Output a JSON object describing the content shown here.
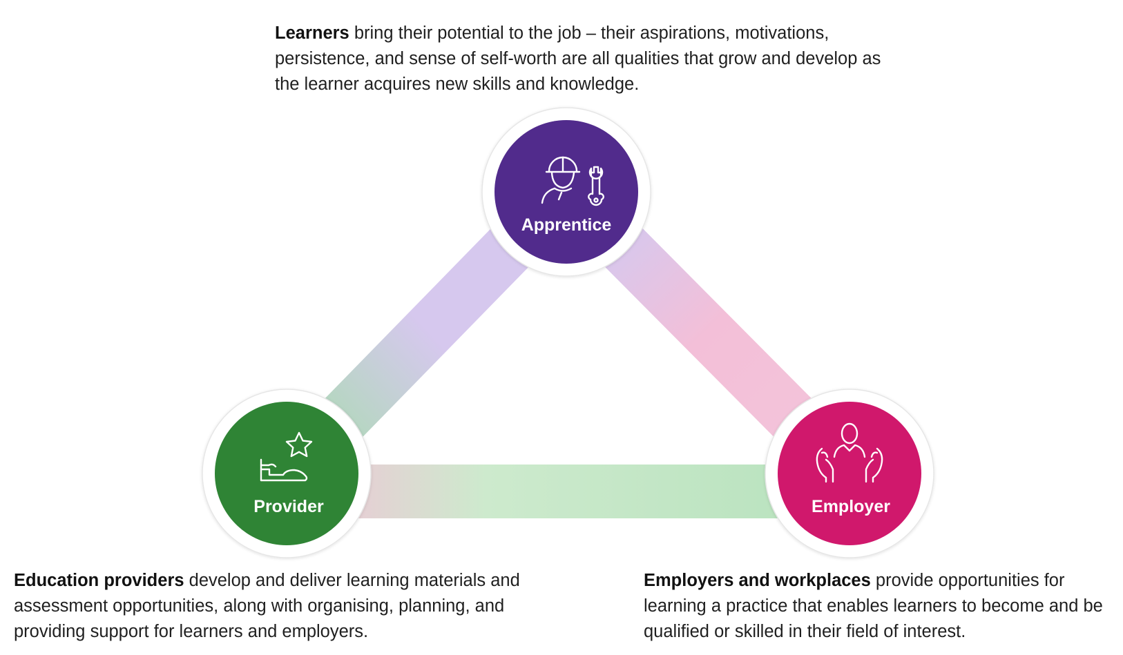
{
  "nodes": {
    "apprentice": {
      "label": "Apprentice",
      "color": "#512b8c",
      "icon": "apprentice-worker-wrench-icon"
    },
    "provider": {
      "label": "Provider",
      "color": "#2f8435",
      "icon": "hand-star-icon"
    },
    "employer": {
      "label": "Employer",
      "color": "#d0186c",
      "icon": "person-hands-icon"
    }
  },
  "descriptions": {
    "apprentice": {
      "bold": "Learners",
      "text": " bring their potential to the job – their aspirations, motivations, persistence, and sense of self-worth are all qualities that grow and develop as the learner acquires new skills and knowledge."
    },
    "provider": {
      "bold": "Education providers",
      "text": " develop and deliver learning materials and assessment opportunities, along with organising, planning, and providing support for learners and employers."
    },
    "employer": {
      "bold": "Employers and workplaces",
      "text": " provide opportunities for learning a practice that enables learners to become and be qualified or skilled in their field of interest."
    }
  },
  "edge_colors": {
    "green": "#a9dcb0",
    "purple": "#d6c8ee",
    "pink": "#f3bfd8"
  }
}
